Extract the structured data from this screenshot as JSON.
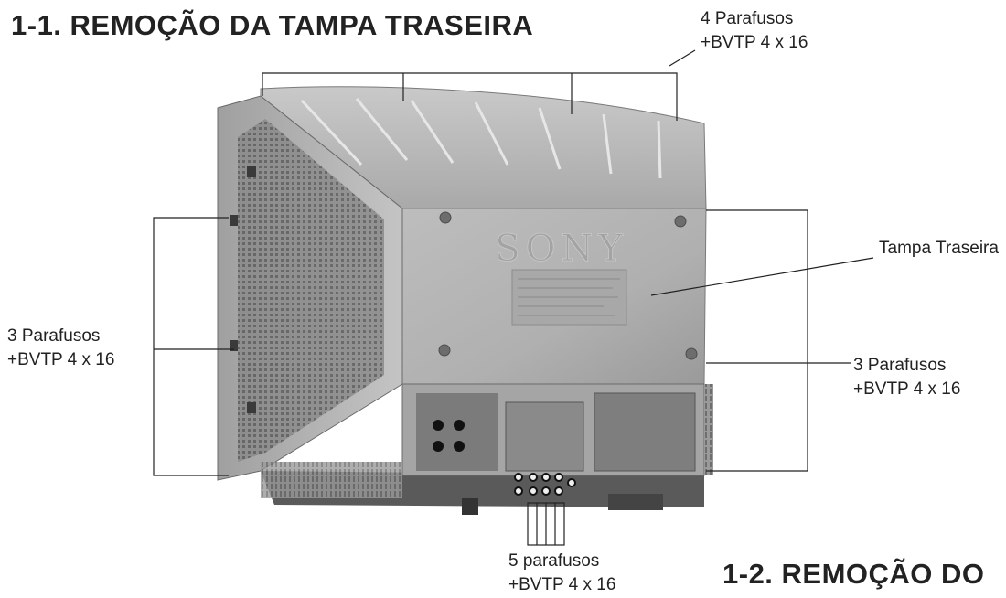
{
  "headings": {
    "section_1": "1-1.  REMOÇÃO  DA TAMPA TRASEIRA",
    "section_2": "1-2.  REMOÇÃO DO"
  },
  "callouts": {
    "top": {
      "line1": "4 Parafusos",
      "line2": "+BVTP 4 x 16"
    },
    "left": {
      "line1": "3 Parafusos",
      "line2": "+BVTP 4 x 16"
    },
    "right": {
      "line1": "3 Parafusos",
      "line2": "+BVTP 4 x 16"
    },
    "rear_cover": "Tampa Traseira",
    "bottom": {
      "line1": "5 parafusos",
      "line2": "+BVTP 4 x 16"
    }
  },
  "photo": {
    "brand_logo": "SONY"
  },
  "colors": {
    "ink": "#222222",
    "cabinet": "#b3b3b3",
    "shadow": "#6a6a6a"
  }
}
